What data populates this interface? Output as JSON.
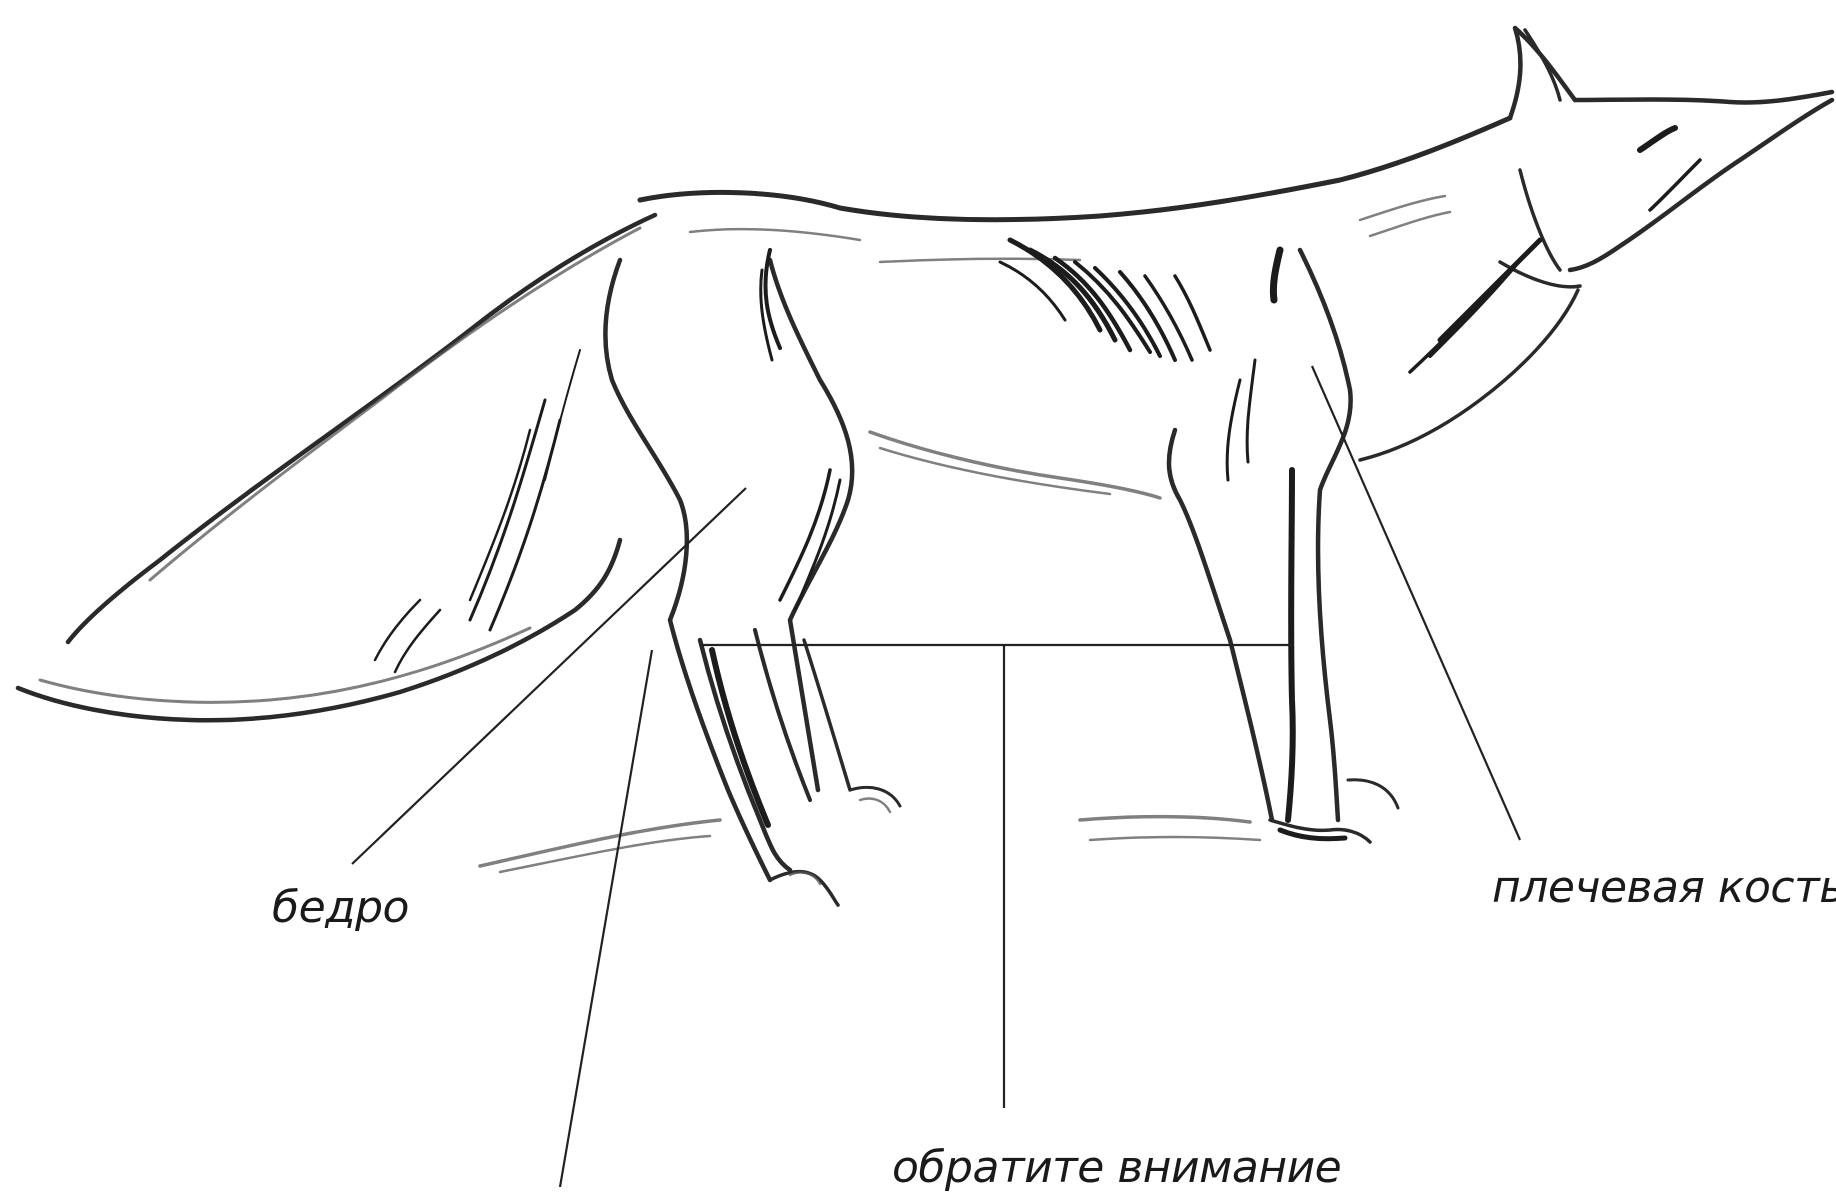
{
  "figure": {
    "subject": "fox-sketch",
    "labels": {
      "thigh": "бедро",
      "humerus": "плечевая кость",
      "note": "обратите внимание"
    }
  },
  "colors": {
    "background": "#ffffff",
    "line": "#2a2a2a",
    "text": "#1a1a1a"
  }
}
